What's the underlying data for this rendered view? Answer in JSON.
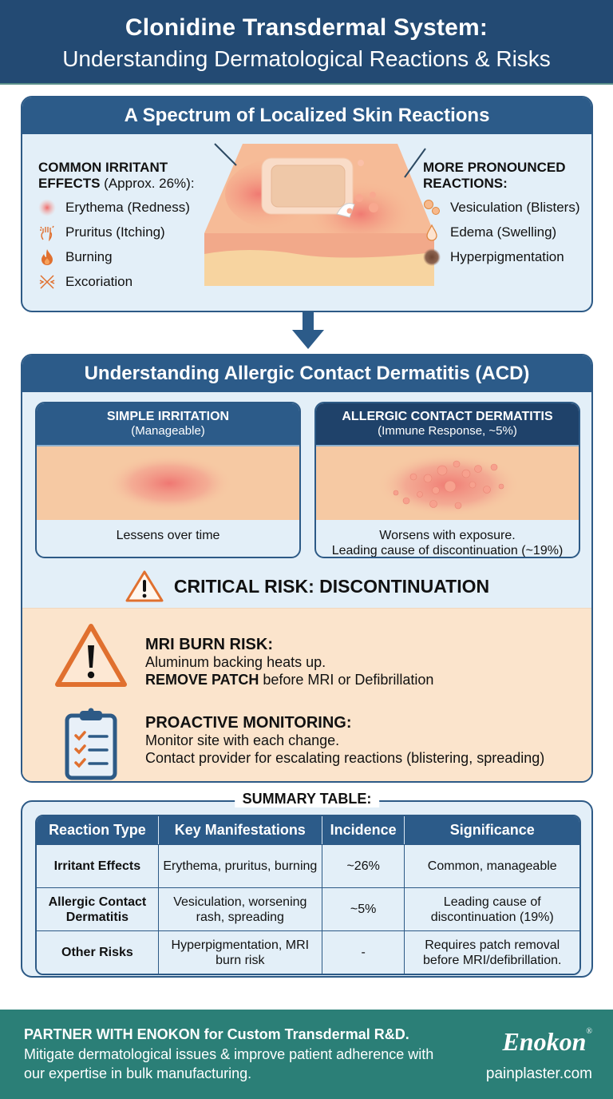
{
  "header": {
    "title": "Clonidine Transdermal System:",
    "subtitle": "Understanding Dermatological Reactions & Risks"
  },
  "spectrum": {
    "title": "A Spectrum of Localized Skin Reactions",
    "common": {
      "heading_bold": "COMMON IRRITANT",
      "heading_bold2": "EFFECTS",
      "heading_normal": " (Approx. 26%):",
      "items": [
        {
          "icon": "redness-spot-icon",
          "label": "Erythema (Redness)"
        },
        {
          "icon": "scratching-hand-icon",
          "label": "Pruritus (Itching)"
        },
        {
          "icon": "flame-icon",
          "label": "Burning"
        },
        {
          "icon": "excoriation-icon",
          "label": "Excoriation"
        }
      ]
    },
    "pronounced": {
      "heading": "MORE PRONOUNCED",
      "heading2": "REACTIONS:",
      "items": [
        {
          "icon": "blisters-icon",
          "label": "Vesiculation (Blisters)"
        },
        {
          "icon": "droplet-icon",
          "label": "Edema (Swelling)"
        },
        {
          "icon": "pigment-spot-icon",
          "label": "Hyperpigmentation"
        }
      ]
    }
  },
  "acd": {
    "title": "Understanding Allergic Contact Dermatitis (ACD)",
    "simple": {
      "title": "SIMPLE IRRITATION",
      "subtitle": "(Manageable)",
      "caption": "Lessens over time"
    },
    "allergic": {
      "title": "ALLERGIC CONTACT DERMATITIS",
      "subtitle": "(Immune Response, ~5%)",
      "caption1": "Worsens with exposure.",
      "caption2": "Leading cause of discontinuation (~19%)"
    },
    "critical": "CRITICAL RISK: DISCONTINUATION",
    "mri": {
      "title": "MRI BURN RISK:",
      "line1": "Aluminum backing heats up.",
      "line2_bold": "REMOVE PATCH",
      "line2_rest": " before MRI or Defibrillation"
    },
    "monitoring": {
      "title": "PROACTIVE MONITORING:",
      "line1": "Monitor site with each change.",
      "line2": "Contact provider for escalating reactions (blistering, spreading)"
    }
  },
  "summary": {
    "title": "SUMMARY TABLE:",
    "columns": [
      "Reaction Type",
      "Key Manifestations",
      "Incidence",
      "Significance"
    ],
    "rows": [
      {
        "type": "Irritant Effects",
        "manifestations": "Erythema, pruritus, burning",
        "incidence": "~26%",
        "significance": "Common, manageable"
      },
      {
        "type": "Allergic Contact Dermatitis",
        "manifestations": "Vesiculation, worsening rash, spreading",
        "incidence": "~5%",
        "significance": "Leading cause of discontinuation (19%)"
      },
      {
        "type": "Other Risks",
        "manifestations": "Hyperpigmentation, MRI burn risk",
        "incidence": "-",
        "significance": "Requires patch removal before MRI/defibrillation."
      }
    ]
  },
  "footer": {
    "headline": "PARTNER WITH ENOKON for Custom Transdermal R&D.",
    "body": "Mitigate dermatological issues & improve patient adherence with our expertise in bulk manufacturing.",
    "brand": "Enokon",
    "registered": "®",
    "website": "painplaster.com"
  },
  "colors": {
    "navy": "#234a73",
    "panel_blue": "#2c5b89",
    "panel_bg": "#e3eff8",
    "skin": "#f6c9a3",
    "alert_orange": "#e0702f",
    "alert_bg": "#fbe4cc",
    "footer_teal": "#2b7f77"
  }
}
